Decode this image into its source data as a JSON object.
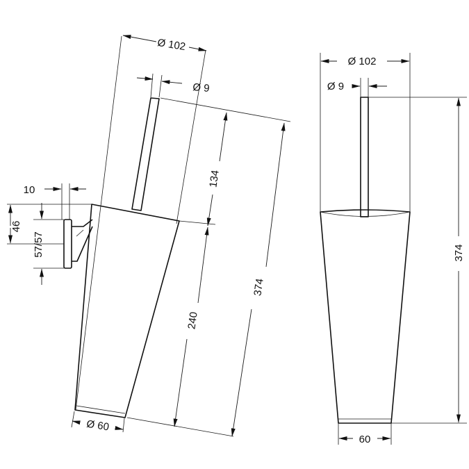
{
  "side_view": {
    "diameter_top": "Ø 102",
    "diameter_handle": "Ø 9",
    "wall_offset": "10",
    "bracket_height": "46",
    "bracket_spacing": "57/57",
    "handle_length": "134",
    "holder_length": "240",
    "total_length": "374",
    "diameter_bottom": "Ø 60"
  },
  "front_view": {
    "diameter_top": "Ø 102",
    "diameter_handle": "Ø 9",
    "total_height": "374",
    "bottom_width": "60"
  }
}
